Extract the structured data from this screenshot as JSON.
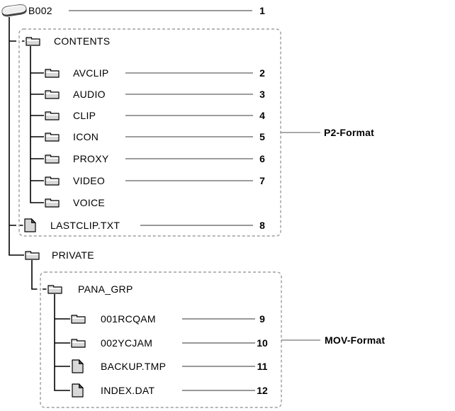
{
  "figure": {
    "root": {
      "label": "B002",
      "num": "1",
      "icon": "disk-icon"
    },
    "contents": {
      "label": "CONTENTS",
      "icon": "folder-icon"
    },
    "contents_children": [
      {
        "label": "AVCLIP",
        "num": "2",
        "icon": "folder-icon"
      },
      {
        "label": "AUDIO",
        "num": "3",
        "icon": "folder-icon"
      },
      {
        "label": "CLIP",
        "num": "4",
        "icon": "folder-icon"
      },
      {
        "label": "ICON",
        "num": "5",
        "icon": "folder-icon"
      },
      {
        "label": "PROXY",
        "num": "6",
        "icon": "folder-icon"
      },
      {
        "label": "VIDEO",
        "num": "7",
        "icon": "folder-icon"
      },
      {
        "label": "VOICE",
        "num": "",
        "icon": "folder-icon"
      }
    ],
    "lastclip": {
      "label": "LASTCLIP.TXT",
      "num": "8",
      "icon": "file-icon"
    },
    "private": {
      "label": "PRIVATE",
      "icon": "folder-icon"
    },
    "pana_grp": {
      "label": "PANA_GRP",
      "icon": "folder-icon"
    },
    "pana_children": [
      {
        "label": "001RCQAM",
        "num": "9",
        "icon": "folder-icon"
      },
      {
        "label": "002YCJAM",
        "num": "10",
        "icon": "folder-icon"
      },
      {
        "label": "BACKUP.TMP",
        "num": "11",
        "icon": "file-icon"
      },
      {
        "label": "INDEX.DAT",
        "num": "12",
        "icon": "file-icon"
      }
    ],
    "groups": {
      "p2": {
        "label": "P2-Format"
      },
      "mov": {
        "label": "MOV-Format"
      }
    }
  },
  "colors": {
    "background": "#ffffff",
    "tree_line": "#000000",
    "leader_line_gray": "#7d7d7d",
    "leader_line_dark": "#333333",
    "connector_line": "#555555",
    "dashed_border": "#8c8c8c",
    "folder_fill": "#d8d8d8",
    "file_fill": "#d8d8d8",
    "file_fold": "#4d4d4d",
    "label_text": "#000000"
  }
}
